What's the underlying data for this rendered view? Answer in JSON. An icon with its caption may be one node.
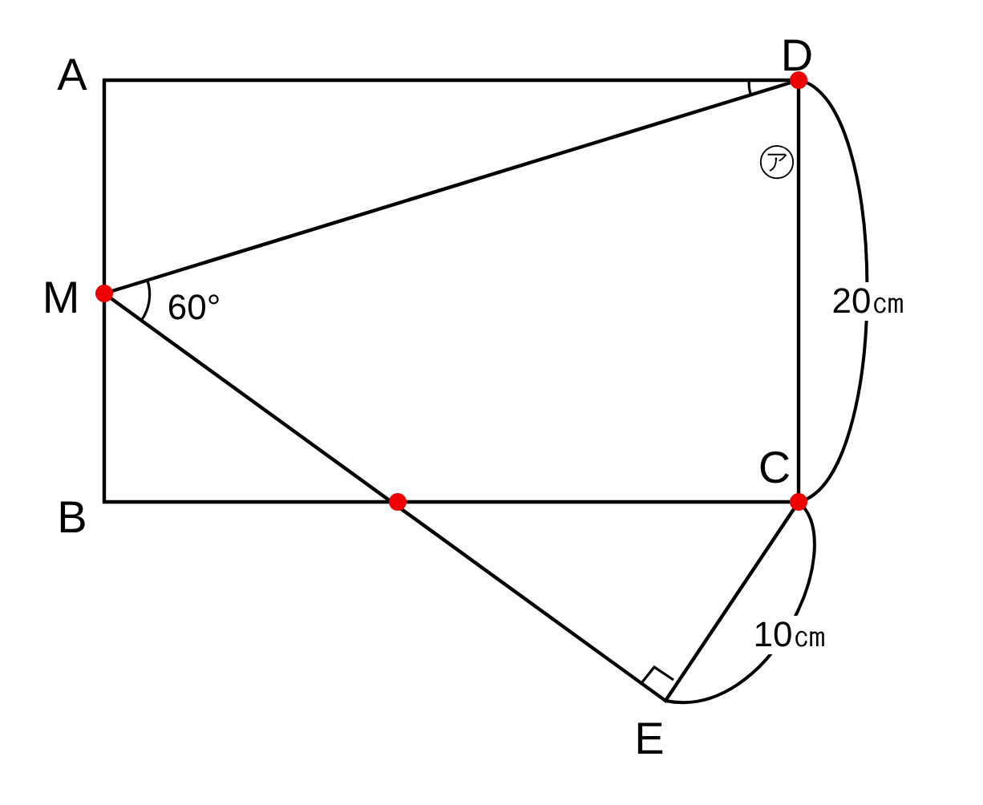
{
  "diagram": {
    "labels": [
      "A",
      "D",
      "M",
      "60°",
      "㋐",
      "20㎝",
      "B",
      "C",
      "10㎝",
      "E"
    ]
  }
}
